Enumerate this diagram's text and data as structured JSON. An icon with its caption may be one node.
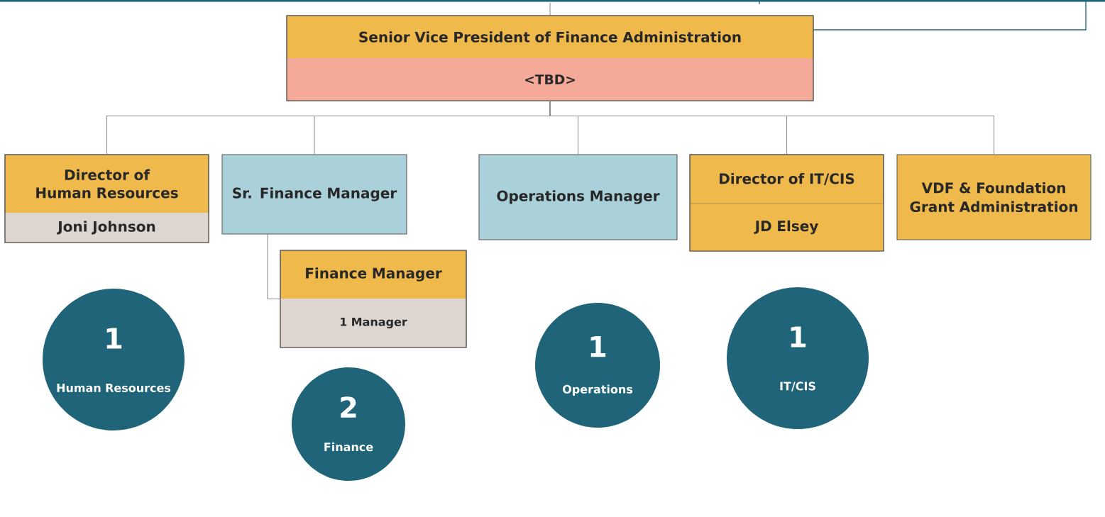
{
  "diagram": {
    "nodes": [
      {
        "text": [
          "Senior Vice President of Finance Administration",
          "<TBD>"
        ]
      },
      {
        "text": [
          "Director of Human Resources",
          "Joni Johnson"
        ]
      },
      {
        "text": [
          "Sr. Finance Manager"
        ]
      },
      {
        "text": [
          "Operations Manager"
        ]
      },
      {
        "text": [
          "Director of IT/CIS",
          "JD Elsey"
        ]
      },
      {
        "text": [
          "VDF & Foundation Grant Administration"
        ]
      },
      {
        "text": [
          "Finance Manager",
          "1 Manager"
        ]
      },
      {
        "text": [
          "1",
          "Human Resources"
        ]
      },
      {
        "text": [
          "2",
          "Finance"
        ]
      },
      {
        "text": [
          "1",
          "Operations"
        ]
      },
      {
        "text": [
          "1",
          "IT/CIS"
        ]
      }
    ],
    "edges": [
      {
        "from": null,
        "to": 0,
        "arrow": "none"
      },
      {
        "from": 0,
        "to": 1,
        "arrow": "none"
      },
      {
        "from": 0,
        "to": 2,
        "arrow": "none"
      },
      {
        "from": 0,
        "to": 3,
        "arrow": "none"
      },
      {
        "from": 0,
        "to": 4,
        "arrow": "none"
      },
      {
        "from": 0,
        "to": 5,
        "arrow": "none"
      },
      {
        "from": 2,
        "to": 6,
        "arrow": "none"
      }
    ]
  }
}
